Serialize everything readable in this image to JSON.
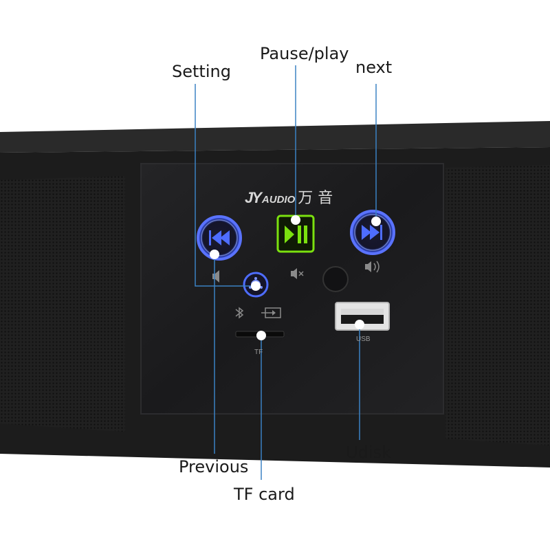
{
  "labels": {
    "setting": "Setting",
    "pause_play": "Pause/play",
    "next": "next",
    "previous": "Previous",
    "tf_card": "TF card",
    "udisk": "Udisk"
  },
  "panel": {
    "brand_logo": "JY",
    "brand_audio": "AUDIO",
    "brand_cn": "万 音",
    "usb_label": "USB",
    "tf_label": "TF"
  },
  "colors": {
    "callout_line": "#3b82c4",
    "button_ring": "#3d5cff",
    "play_green": "#7be10f",
    "panel_bg": "#1b1b1d",
    "body_bg": "#1e1e1e"
  },
  "icons": {
    "previous": "skip-back-icon",
    "play_pause": "play-pause-icon",
    "next": "skip-forward-icon",
    "setting": "gear-icon",
    "bluetooth": "bluetooth-icon",
    "input": "input-source-icon",
    "mute": "mute-icon",
    "volume_down": "volume-down-icon",
    "volume_up": "volume-up-icon"
  }
}
